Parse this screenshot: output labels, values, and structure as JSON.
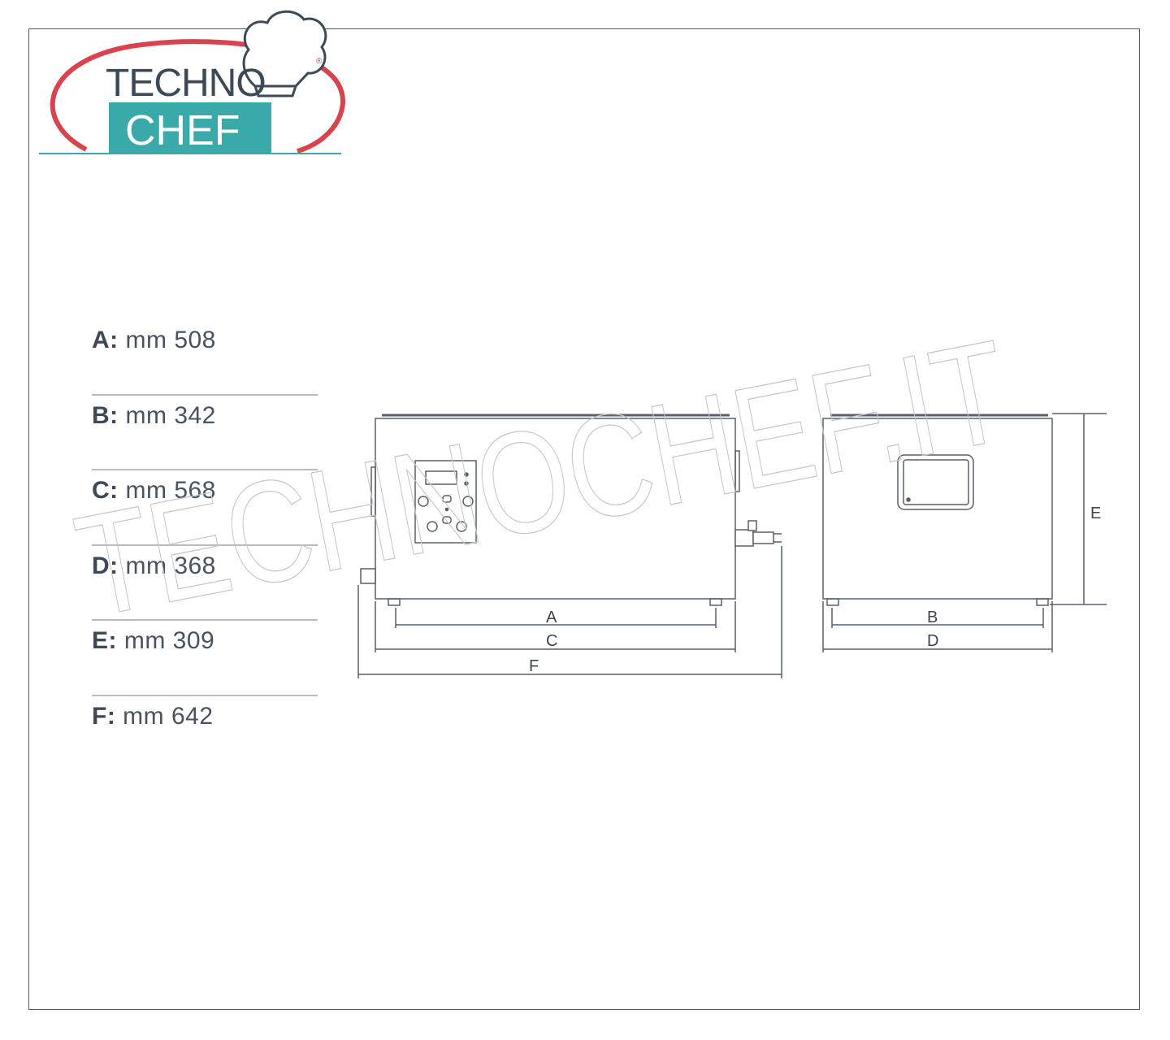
{
  "logo": {
    "line1": "TECHNO",
    "line2": "CHEF",
    "registered_mark": "®",
    "colors": {
      "teal": "#3aa9a9",
      "red": "#d9434f",
      "dark": "#3d4a56"
    }
  },
  "dimensions": [
    {
      "key": "A:",
      "value": "mm 508"
    },
    {
      "key": "B:",
      "value": "mm 342"
    },
    {
      "key": "C:",
      "value": "mm 568"
    },
    {
      "key": "D:",
      "value": "mm 368"
    },
    {
      "key": "E:",
      "value": "mm 309"
    },
    {
      "key": "F:",
      "value": "mm 642"
    }
  ],
  "drawing_labels": {
    "a": "A",
    "b": "B",
    "c": "C",
    "d": "D",
    "e": "E",
    "f": "F"
  },
  "watermark": "TECHNOCHEF.IT"
}
